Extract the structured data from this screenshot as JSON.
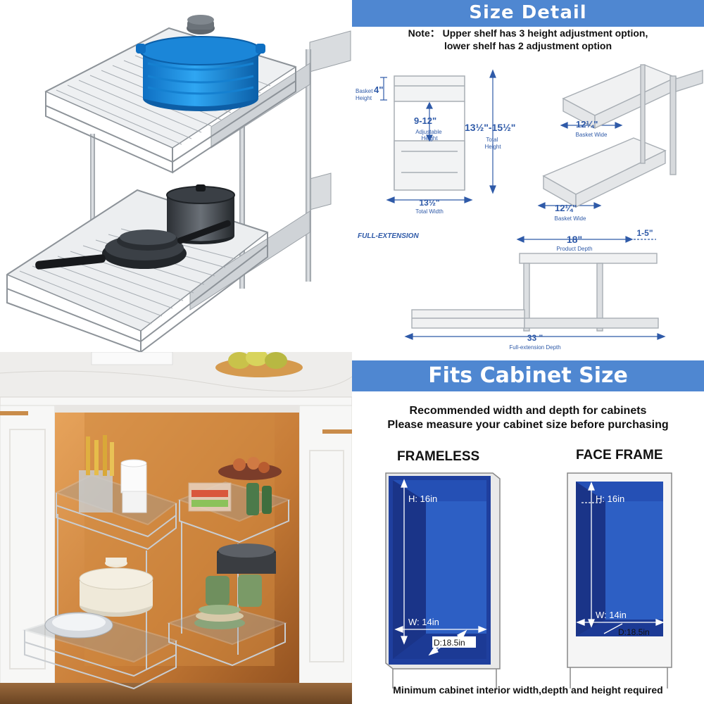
{
  "size_detail": {
    "banner": "Size Detail",
    "note_line1": "Note： Upper shelf has 3 height adjustment option,",
    "note_line2": "lower shelf has 2 adjustment option",
    "basket_height_label": "Basket\nHeight",
    "basket_height_value": "4\"",
    "adjustable_value": "9-12\"",
    "adjustable_label": "Adjustable\nHeight",
    "total_height_value": "13½\"-15½\"",
    "total_height_label": "Total\nHeight",
    "total_width_value": "13½\"",
    "total_width_label": "Total Width",
    "basket_wide_value_upper": "12¼\"",
    "basket_wide_label_upper": "Basket Wide",
    "basket_wide_value_lower": "12¼\"",
    "basket_wide_label_lower": "Basket Wide",
    "full_extension_label": "FULL-EXTENSION",
    "product_depth_value": "18\"",
    "product_depth_label": "Product Depth",
    "extra_value": "1-5\"",
    "full_extension_value": "33 \"",
    "full_extension_depth_label": "Full-extension Depth"
  },
  "fits_cabinet": {
    "banner": "Fits Cabinet Size",
    "line1": "Recommended width and depth for cabinets",
    "line2": "Please measure your cabinet size before purchasing",
    "frameless_title": "FRAMELESS",
    "face_frame_title": "FACE FRAME",
    "frameless": {
      "h": "H: 16in",
      "w": "W: 14in",
      "d": "D:18.5in"
    },
    "face_frame": {
      "h": "H: 16in",
      "w": "W: 14in",
      "d": "D:18.5in"
    },
    "footer": "Minimum cabinet interior width,depth and height required"
  },
  "colors": {
    "banner_blue": "#4f87d1",
    "cabinet_blue": "#1f3f9e",
    "cabinet_inner": "#2d5fc4",
    "dimension_blue": "#2f5aa8",
    "pot_blue": "#1e8fe0",
    "wood": "#c57a35"
  }
}
